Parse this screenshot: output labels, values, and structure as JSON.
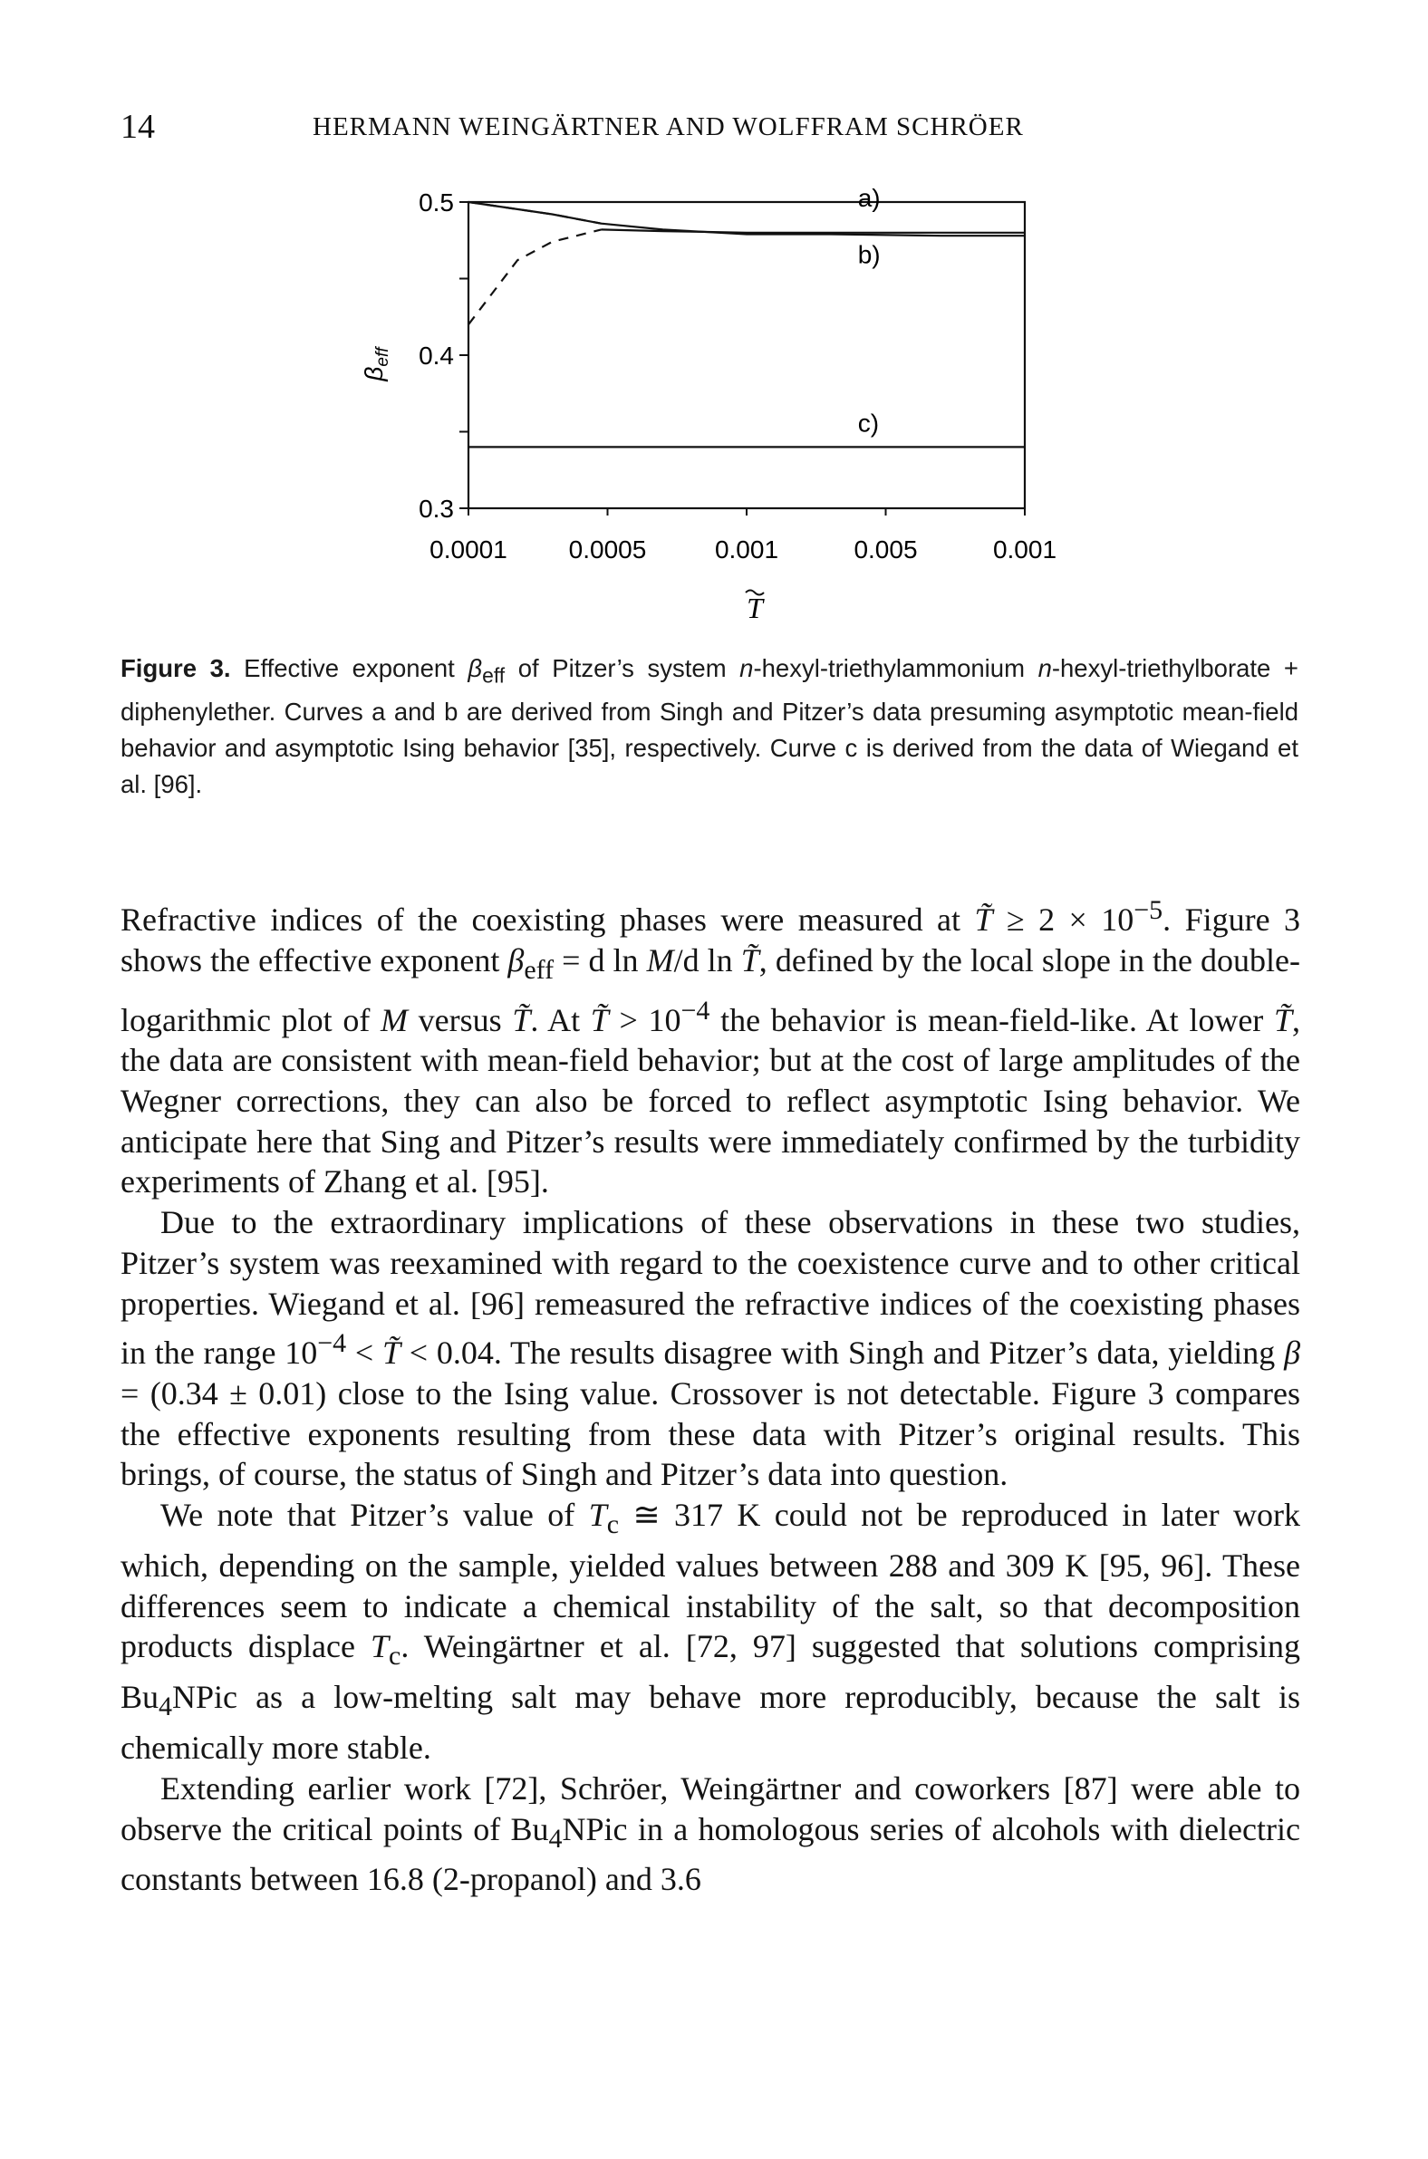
{
  "header": {
    "page_number": "14",
    "running_head": "HERMANN WEINGÄRTNER AND WOLFFRAM SCHRÖER"
  },
  "figure": {
    "y_axis_label": "β",
    "y_axis_label_subscript": "eff",
    "x_axis_label": "T",
    "curve_labels": [
      "a)",
      "b)",
      "c)"
    ]
  },
  "chart_data": {
    "type": "line",
    "xlabel": "T̃",
    "ylabel": "βeff",
    "x_tick_labels": [
      "0.0001",
      "0.0005",
      "0.001",
      "0.005",
      "0.001"
    ],
    "y_tick_labels": [
      "0.3",
      "0.4",
      "0.5"
    ],
    "ylim": [
      0.3,
      0.5
    ],
    "x_scale": "log",
    "series": [
      {
        "name": "a)",
        "style": "solid",
        "x": [
          0.0001,
          0.0002,
          0.0003,
          0.0005,
          0.001,
          0.002,
          0.005,
          0.01
        ],
        "y": [
          0.5,
          0.492,
          0.486,
          0.482,
          0.479,
          0.479,
          0.478,
          0.478
        ]
      },
      {
        "name": "a)",
        "style": "dashed",
        "x": [
          0.0001,
          0.0002,
          0.0003
        ],
        "y": [
          0.5,
          0.492,
          0.486
        ]
      },
      {
        "name": "b)",
        "style": "dashed",
        "x": [
          0.0001,
          0.00015,
          0.0002,
          0.0003
        ],
        "y": [
          0.42,
          0.462,
          0.474,
          0.482
        ]
      },
      {
        "name": "b)",
        "style": "solid",
        "x": [
          0.0003,
          0.0005,
          0.001,
          0.005,
          0.01
        ],
        "y": [
          0.482,
          0.481,
          0.48,
          0.48,
          0.48
        ]
      },
      {
        "name": "c)",
        "style": "solid",
        "x": [
          0.0001,
          0.01
        ],
        "y": [
          0.34,
          0.34
        ]
      }
    ]
  },
  "caption": {
    "label": "Figure 3.",
    "text_1": " Effective exponent ",
    "beta": "β",
    "beta_sub": "eff",
    "text_2": " of Pitzer’s system ",
    "n1": "n",
    "text_3": "-hexyl-triethylammonium ",
    "n2": "n",
    "text_4": "-hexyl-triethylborate + diphenylether. Curves a and b are derived from Singh and Pitzer’s data presuming asymptotic mean-field behavior and asymptotic Ising behavior [35], respectively. Curve c is derived from the data of Wiegand et al. [96]."
  },
  "body": {
    "p1_a": "Refractive indices of the coexisting phases were measured at ",
    "p1_T1": "T̃",
    "p1_b": " ≥ 2 × 10",
    "p1_exp1": "−5",
    "p1_c": ". Figure 3 shows the effective exponent ",
    "p1_beta": "β",
    "p1_beta_sub": "eff",
    "p1_d": " = d ln ",
    "p1_M1": "M",
    "p1_e": "/d ln ",
    "p1_T2": "T̃",
    "p1_f": ", defined by the local slope in the double-logarithmic plot of ",
    "p1_M2": "M",
    "p1_g": " versus ",
    "p1_T3": "T̃",
    "p1_h": ". At ",
    "p1_T4": "T̃",
    "p1_i": " > 10",
    "p1_exp2": "−4",
    "p1_j": " the behavior is mean-field-like. At lower ",
    "p1_T5": "T̃",
    "p1_k": ", the data are consistent with mean-field behavior; but at the cost of large amplitudes of the Wegner corrections, they can also be forced to reflect asymptotic Ising behavior. We anticipate here that Sing and Pitzer’s results were immediately confirmed by the turbidity experiments of Zhang et al. [95].",
    "p2_a": "Due to the extraordinary implications of these observations in these two studies, Pitzer’s system was reexamined with regard to the coexistence curve and to other critical properties. Wiegand et al. [96] remeasured the refractive indices of the coexisting phases in the range 10",
    "p2_exp1": "−4",
    "p2_b": " < ",
    "p2_T": "T̃",
    "p2_c": " < 0.04. The results disagree with Singh and Pitzer’s data, yielding ",
    "p2_beta": "β",
    "p2_d": " = (0.34 ± 0.01) close to the Ising value. Crossover is not detectable. Figure 3 compares the effective exponents resulting from these data with Pitzer’s original results. This brings, of course, the status of Singh and Pitzer’s data into question.",
    "p3_a": "We note that Pitzer’s value of ",
    "p3_T1": "T",
    "p3_sub1": "c",
    "p3_b": " ≅ 317 K could not be reproduced in later work which, depending on the sample, yielded values between 288 and 309 K [95, 96]. These differences seem to indicate a chemical instability of the salt, so that decomposition products displace ",
    "p3_T2": "T",
    "p3_sub2": "c",
    "p3_c": ". Weingärtner et al. [72, 97] suggested that solutions comprising Bu",
    "p3_sub3": "4",
    "p3_d": "NPic as a low-melting salt may behave more reproducibly, because the salt is chemically more stable.",
    "p4_a": "Extending earlier work [72], Schröer, Weingärtner and coworkers [87] were able to observe the critical points of Bu",
    "p4_sub1": "4",
    "p4_b": "NPic in a homologous series of alcohols with dielectric constants between 16.8 (2-propanol) and 3.6"
  }
}
